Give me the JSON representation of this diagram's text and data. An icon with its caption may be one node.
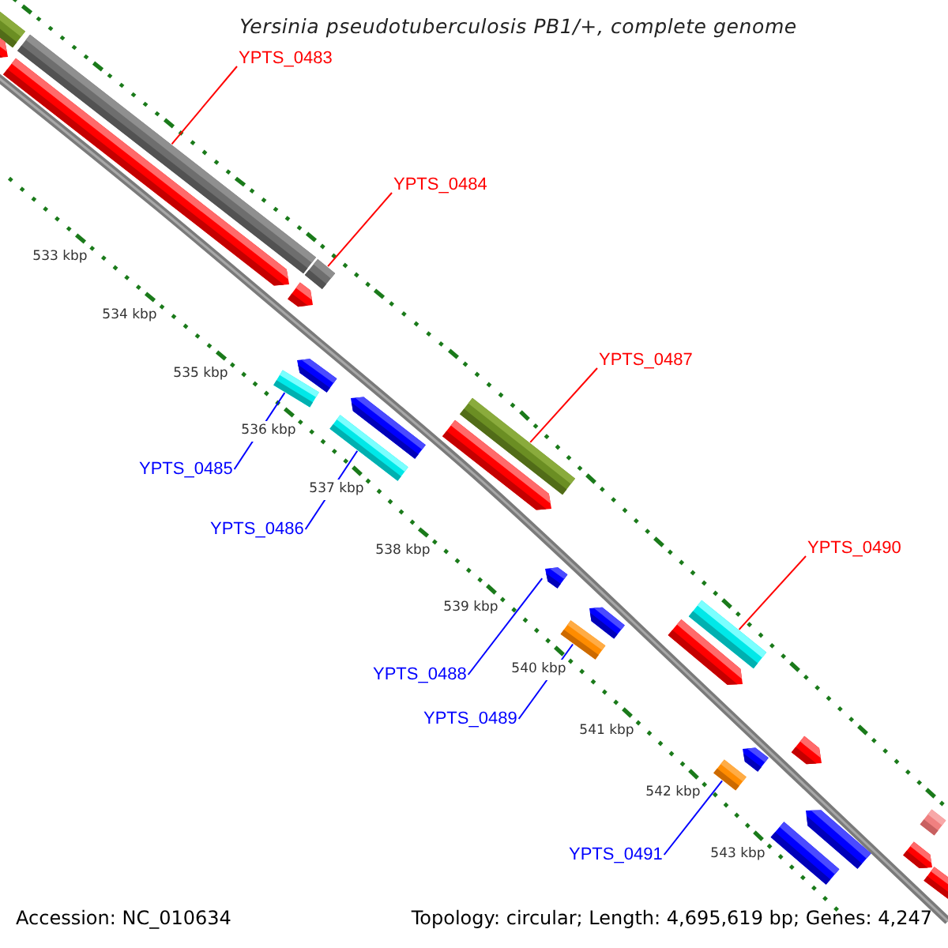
{
  "diagram": {
    "title": "Yersinia pseudotuberculosis PB1/+, complete genome",
    "nodes": [
      {
        "text": [
          "YPTS_0483"
        ]
      },
      {
        "text": [
          "YPTS_0484"
        ]
      },
      {
        "text": [
          "YPTS_0487"
        ]
      },
      {
        "text": [
          "YPTS_0485"
        ]
      },
      {
        "text": [
          "YPTS_0486"
        ]
      },
      {
        "text": [
          "YPTS_0490"
        ]
      },
      {
        "text": [
          "YPTS_0488"
        ]
      },
      {
        "text": [
          "YPTS_0489"
        ]
      },
      {
        "text": [
          "YPTS_0491"
        ]
      },
      {
        "text": [],
        "shape": "bar"
      },
      {
        "text": [],
        "shape": "bar"
      },
      {
        "text": [],
        "shape": "bar"
      },
      {
        "text": [],
        "shape": "bar"
      },
      {
        "text": [],
        "shape": "bar"
      },
      {
        "text": [],
        "shape": "bar"
      },
      {
        "text": [],
        "shape": "bar"
      },
      {
        "text": [],
        "shape": "bar"
      },
      {
        "text": [],
        "shape": "bar"
      },
      {
        "text": [],
        "shape": "bar"
      },
      {
        "text": [],
        "shape": "bar"
      },
      {
        "text": [],
        "shape": "bar"
      },
      {
        "text": [],
        "shape": "bar"
      },
      {
        "text": [],
        "shape": "bar"
      },
      {
        "text": [],
        "shape": "bar"
      },
      {
        "text": [],
        "shape": "bar"
      },
      {
        "text": [],
        "shape": "bar"
      },
      {
        "text": [],
        "shape": "bar"
      },
      {
        "text": [],
        "shape": "bar"
      },
      {
        "text": [],
        "shape": "bar"
      },
      {
        "text": [],
        "shape": "bar"
      },
      {
        "text": [],
        "shape": "bar"
      },
      {
        "text": [],
        "shape": "bar"
      },
      {
        "text": [],
        "shape": "bar"
      },
      {
        "text": [],
        "shape": "bar"
      }
    ],
    "edges": [
      {
        "from": 0,
        "to": 9,
        "arrow": "none",
        "color": "#ff0000"
      },
      {
        "from": 1,
        "to": 10,
        "arrow": "none",
        "color": "#ff0000"
      },
      {
        "from": 2,
        "to": 13,
        "arrow": "none",
        "color": "#ff0000"
      },
      {
        "from": 3,
        "to": 11,
        "arrow": "none",
        "color": "#0000ff"
      },
      {
        "from": 4,
        "to": 12,
        "arrow": "none",
        "color": "#0000ff"
      },
      {
        "from": 5,
        "to": 16,
        "arrow": "none",
        "color": "#ff0000"
      },
      {
        "from": 6,
        "to": 14,
        "arrow": "none",
        "color": "#0000ff"
      },
      {
        "from": 7,
        "to": 15,
        "arrow": "none",
        "color": "#0000ff"
      },
      {
        "from": 8,
        "to": 17,
        "arrow": "none",
        "color": "#0000ff"
      }
    ],
    "labels": [
      "533 kbp",
      "534 kbp",
      "535 kbp",
      "536 kbp",
      "537 kbp",
      "538 kbp",
      "539 kbp",
      "540 kbp",
      "541 kbp",
      "542 kbp",
      "543 kbp",
      "Accession: NC_010634",
      "Topology: circular; Length: 4,695,619 bp; Genes: 4,247"
    ]
  }
}
